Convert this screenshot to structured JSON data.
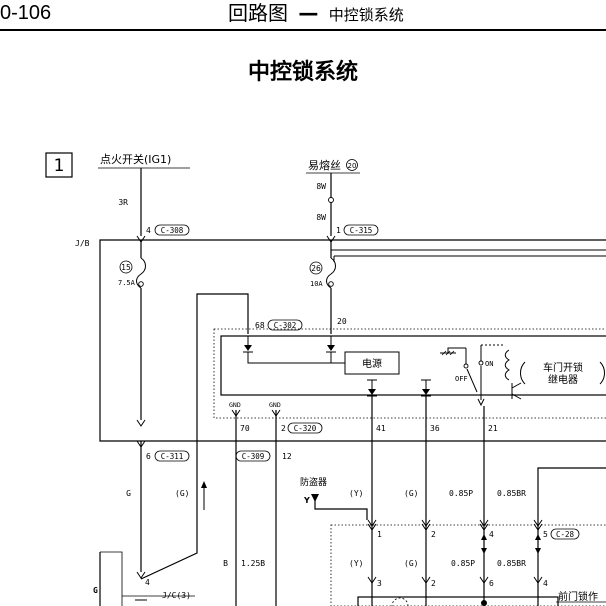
{
  "header": {
    "page_number": "0-106",
    "section": "回路图",
    "dash": "—",
    "subsection": "中控锁系统"
  },
  "title": "中控锁系统",
  "diagram": {
    "sheet_no": "1",
    "ig1_label": "点火开关(IG1)",
    "fusible_link_label": "易熔丝",
    "fusible_link_no": "20",
    "wire_3r": "3R",
    "wire_8w_top": "8W",
    "wire_8w_mid": "8W",
    "pin_4": "4",
    "conn_c308": "C-308",
    "pin_1": "1",
    "conn_c315": "C-315",
    "jb_label": "J/B",
    "fuse15_no": "15",
    "fuse15_rating": "7.5A",
    "fuse26_no": "26",
    "fuse26_rating": "10A",
    "pin_68": "68",
    "conn_c302": "C-302",
    "pin_20": "20",
    "power_label": "电源",
    "relay_label_1": "车门开锁",
    "relay_label_2": "继电器",
    "off_label": "OFF",
    "on_label": "ON",
    "gnd1": "GND",
    "gnd2": "GND",
    "pin_70": "70",
    "pin_2": "2",
    "conn_c320": "C-320",
    "pin_41": "41",
    "pin_36": "36",
    "pin_21": "21",
    "pin_6": "6",
    "conn_c311": "C-311",
    "conn_c309": "C-309",
    "pin_12": "12",
    "antitheft_label": "防盗器",
    "wire_g": "G",
    "wire_g_paren": "(G)",
    "wire_y_paren_top": "(Y)",
    "wire_g_paren_2": "(G)",
    "wire_085p_top": "0.85P",
    "wire_085br_top": "0.85BR",
    "y_label": "Y",
    "pin_b1": "1",
    "pin_b2": "2",
    "pin_b4": "4",
    "pin_b5": "5",
    "conn_c28": "C-28",
    "wire_b": "B",
    "wire_125b": "1.25B",
    "wire_y_paren_mid": "(Y)",
    "wire_g_paren_mid": "(G)",
    "wire_085p_mid": "0.85P",
    "wire_085br_mid": "0.85BR",
    "pin_c4": "4",
    "pin_c3": "3",
    "pin_c2": "2",
    "pin_c6": "6",
    "pin_c4b": "4",
    "wire_g_left": "G",
    "jc_label": "J/C(3)",
    "front_door_label": "前门锁作"
  }
}
